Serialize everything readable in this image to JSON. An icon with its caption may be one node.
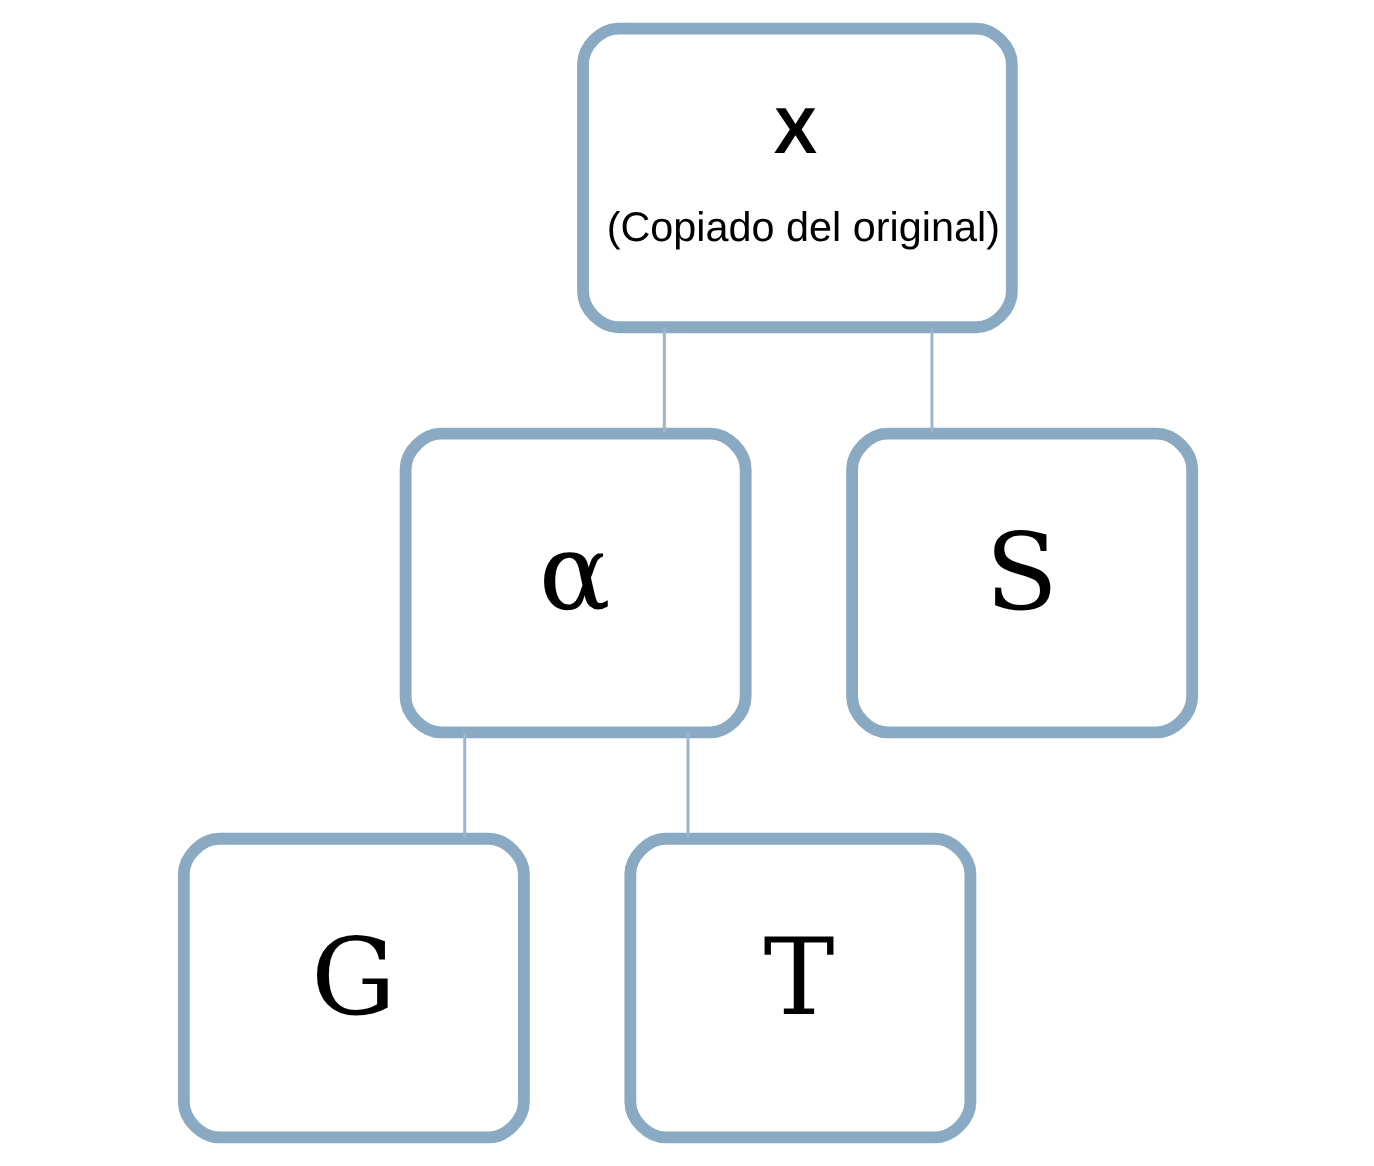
{
  "diagram": {
    "nodes": [
      {
        "text": [
          "X",
          "(Copiado del original)"
        ]
      },
      {
        "text": [
          "α"
        ]
      },
      {
        "text": [
          "S"
        ]
      },
      {
        "text": [
          "G"
        ]
      },
      {
        "text": [
          "T"
        ]
      }
    ],
    "edges": [
      {
        "from": 0,
        "to": 1,
        "arrow": "none"
      },
      {
        "from": 0,
        "to": 2,
        "arrow": "none"
      },
      {
        "from": 1,
        "to": 3,
        "arrow": "none"
      },
      {
        "from": 1,
        "to": 4,
        "arrow": "none"
      }
    ]
  }
}
